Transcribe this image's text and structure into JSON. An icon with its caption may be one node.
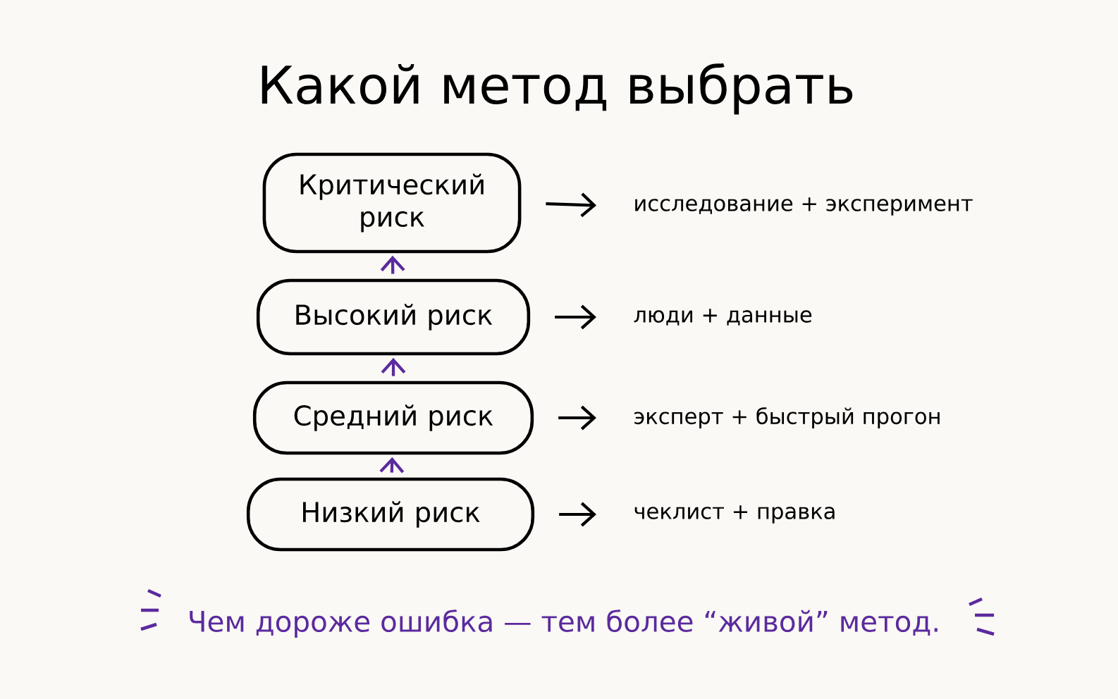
{
  "diagram": {
    "title": "Какой метод выбрать",
    "nodes": [
      {
        "text": [
          "Критический риск"
        ]
      },
      {
        "text": [
          "Высокий риск"
        ]
      },
      {
        "text": [
          "Средний риск"
        ]
      },
      {
        "text": [
          "Низкий риск"
        ]
      },
      {
        "text": [
          "исследование + эксперимент"
        ]
      },
      {
        "text": [
          "люди + данные"
        ]
      },
      {
        "text": [
          "эксперт + быстрый прогон"
        ]
      },
      {
        "text": [
          "чеклист + правка"
        ]
      }
    ],
    "edges": [
      {
        "from": 3,
        "to": 2,
        "arrow": "to",
        "color": "#5b2a9e"
      },
      {
        "from": 2,
        "to": 1,
        "arrow": "to",
        "color": "#5b2a9e"
      },
      {
        "from": 1,
        "to": 0,
        "arrow": "to",
        "color": "#5b2a9e"
      },
      {
        "from": 0,
        "to": 4,
        "arrow": "to"
      },
      {
        "from": 1,
        "to": 5,
        "arrow": "to"
      },
      {
        "from": 2,
        "to": 6,
        "arrow": "to"
      },
      {
        "from": 3,
        "to": 7,
        "arrow": "to"
      }
    ],
    "caption": "Чем дороже ошибка — тем более “живой” метод."
  }
}
